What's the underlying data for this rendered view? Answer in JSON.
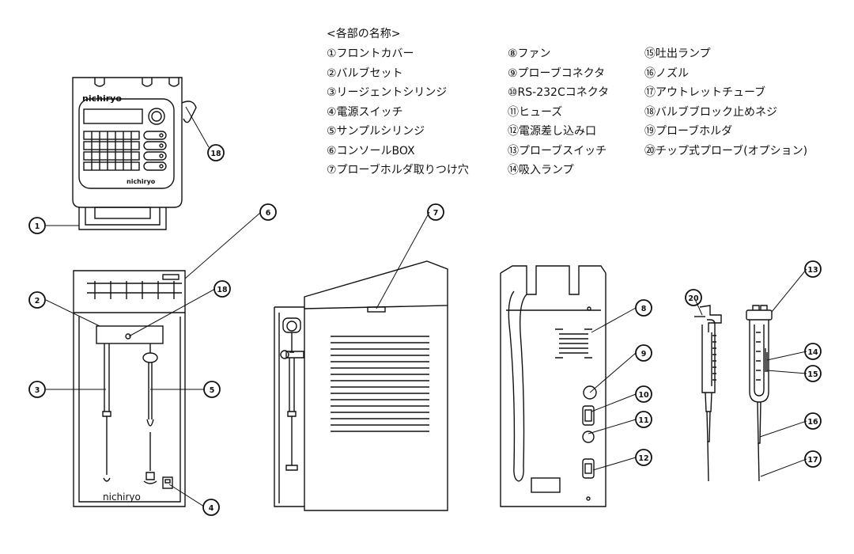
{
  "legend": {
    "title": "<各部の名称>",
    "items": [
      "①フロントカバー",
      "②バルブセット",
      "③リージェントシリンジ",
      "④電源スイッチ",
      "⑤サンプルシリンジ",
      "⑥コンソールBOX",
      "⑦プローブホルダ取りつけ穴",
      "⑧ファン",
      "⑨プローブコネクタ",
      "⑩RS-232Cコネクタ",
      "⑪ヒューズ",
      "⑫電源差し込み口",
      "⑬プローブスイッチ",
      "⑭吸入ランプ",
      "⑮吐出ランプ",
      "⑯ノズル",
      "⑰アウトレットチューブ",
      "⑱バルブブロック止めネジ",
      "⑲プローブホルダ",
      "⑳チップ式プローブ(オプション)"
    ]
  },
  "brand_label": "nichiryo",
  "callouts": [
    "1",
    "2",
    "3",
    "4",
    "5",
    "6",
    "7",
    "8",
    "9",
    "10",
    "11",
    "12",
    "13",
    "14",
    "15",
    "16",
    "17",
    "18",
    "20"
  ]
}
